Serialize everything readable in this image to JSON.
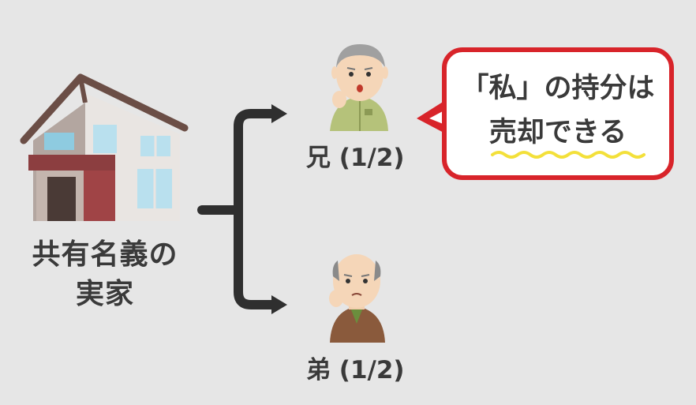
{
  "house": {
    "label_line1": "共有名義の",
    "label_line2": "実家"
  },
  "people": [
    {
      "label": "兄 (1/2)"
    },
    {
      "label": "弟 (1/2)"
    }
  ],
  "bubble": {
    "line1": "「私」の持分は",
    "line2": "売却できる"
  },
  "colors": {
    "background": "#e6e6e6",
    "bracket": "#2f2f2f",
    "bubble_border": "#d8242a",
    "underline": "#f3e03a",
    "text": "#3a3a3a"
  }
}
